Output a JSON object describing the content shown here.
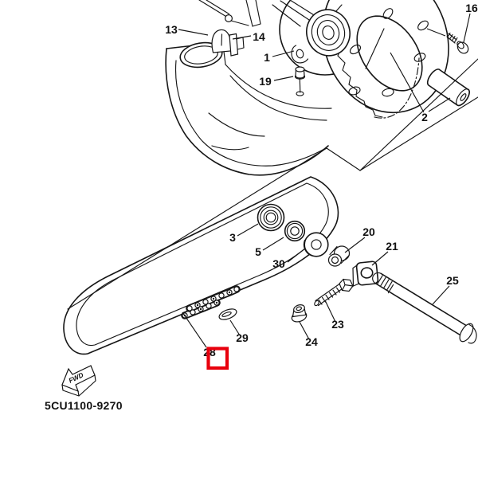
{
  "diagram": {
    "code": "5CU1100-9270",
    "fwd_label": "FWD",
    "colors": {
      "line": "#161616",
      "highlight": "#e8000d",
      "background": "#ffffff"
    },
    "parts": {
      "p1": "1",
      "p2": "2",
      "p3": "3",
      "p5": "5",
      "p13": "13",
      "p14": "14",
      "p16": "16",
      "p19": "19",
      "p20": "20",
      "p21": "21",
      "p23": "23",
      "p24": "24",
      "p25": "25",
      "p28": "28",
      "p29": "29",
      "p30": "30"
    }
  }
}
